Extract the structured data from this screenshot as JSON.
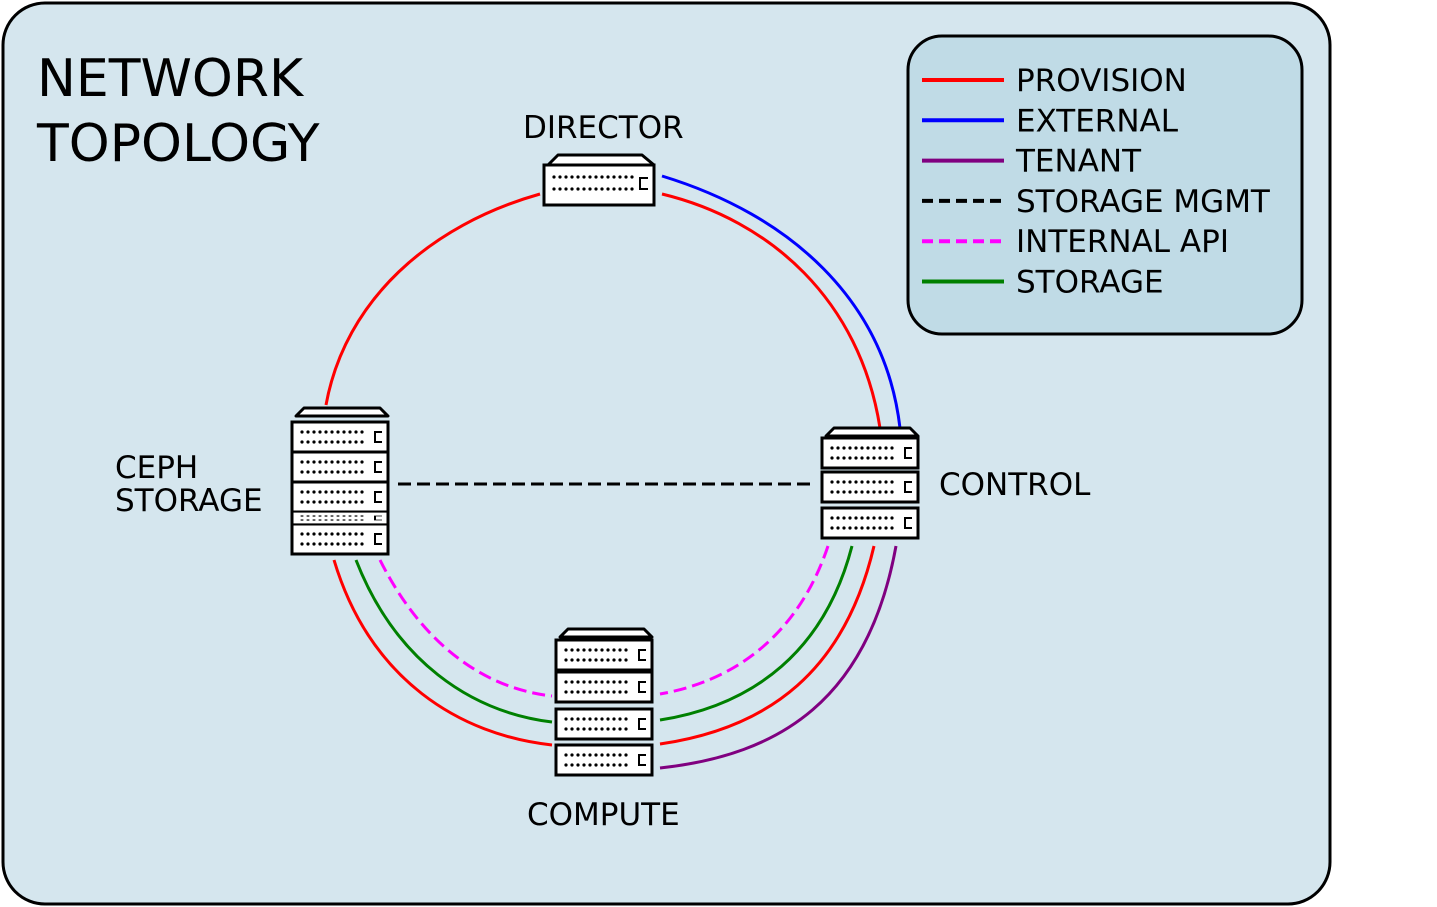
{
  "title": {
    "line1": "NETWORK",
    "line2": "TOPOLOGY"
  },
  "nodes": {
    "director": {
      "label": "DIRECTOR"
    },
    "ceph": {
      "label_line1": "CEPH",
      "label_line2": "STORAGE"
    },
    "control": {
      "label": "CONTROL"
    },
    "compute": {
      "label": "COMPUTE"
    }
  },
  "legend": {
    "items": [
      {
        "key": "provision",
        "label": "PROVISION",
        "color": "#ff0000",
        "dashed": false
      },
      {
        "key": "external",
        "label": "EXTERNAL",
        "color": "#0000ff",
        "dashed": false
      },
      {
        "key": "tenant",
        "label": "TENANT",
        "color": "#800080",
        "dashed": false
      },
      {
        "key": "storage_mgmt",
        "label": "STORAGE MGMT",
        "color": "#000000",
        "dashed": true
      },
      {
        "key": "internal_api",
        "label": "INTERNAL API",
        "color": "#ff00ff",
        "dashed": true
      },
      {
        "key": "storage",
        "label": "STORAGE",
        "color": "#008000",
        "dashed": false
      }
    ]
  },
  "colors": {
    "panel_fill": "#d5e6ee",
    "legend_fill": "#c0dbe6",
    "outline": "#000000"
  }
}
